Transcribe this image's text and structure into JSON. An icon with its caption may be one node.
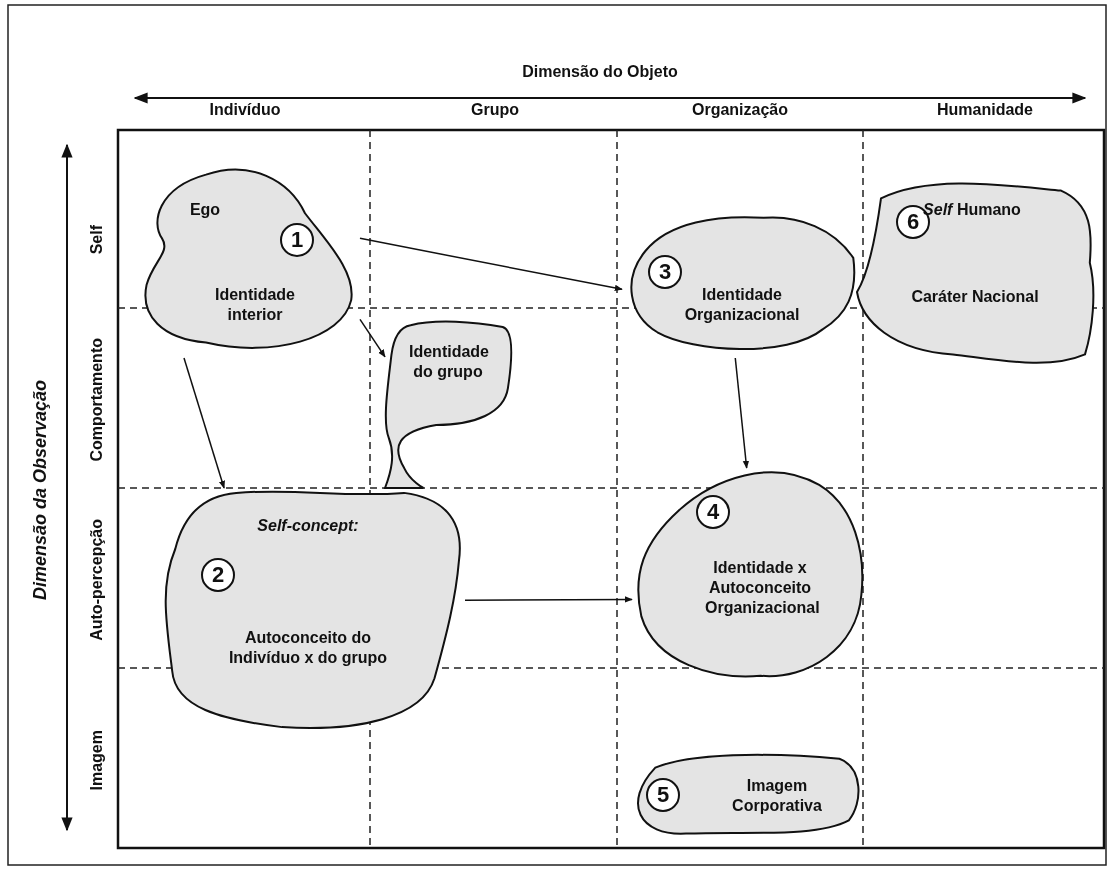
{
  "diagram": {
    "title": "Dimensão do Objeto",
    "nodes": [
      {
        "text": [
          "Ego",
          "1",
          "Identidade interior"
        ]
      },
      {
        "text": [
          "Identidade do grupo"
        ]
      },
      {
        "text": [
          "Self-concept:",
          "2",
          "Autoconceito do Indivíduo x do grupo"
        ]
      },
      {
        "text": [
          "3",
          "Identidade Organizacional"
        ]
      },
      {
        "text": [
          "4",
          "Identidade x Autoconceito Organizacional"
        ]
      },
      {
        "text": [
          "5",
          "Imagem Corporativa"
        ]
      },
      {
        "text": [
          "6",
          "*Self* Humano",
          "Caráter Nacional"
        ]
      }
    ],
    "edges": [
      {
        "from": 0,
        "to": 3,
        "arrow": "to"
      },
      {
        "from": 0,
        "to": 1,
        "arrow": "to"
      },
      {
        "from": 0,
        "to": 2,
        "arrow": "to"
      },
      {
        "from": 3,
        "to": 4,
        "arrow": "to"
      },
      {
        "from": 2,
        "to": 4,
        "arrow": "to"
      }
    ],
    "labels": [
      "Indivíduo",
      "Grupo",
      "Organização",
      "Humanidade",
      "Dimensão da Observação",
      "Self",
      "Comportamento",
      "Auto-percepção",
      "Imagem"
    ]
  }
}
